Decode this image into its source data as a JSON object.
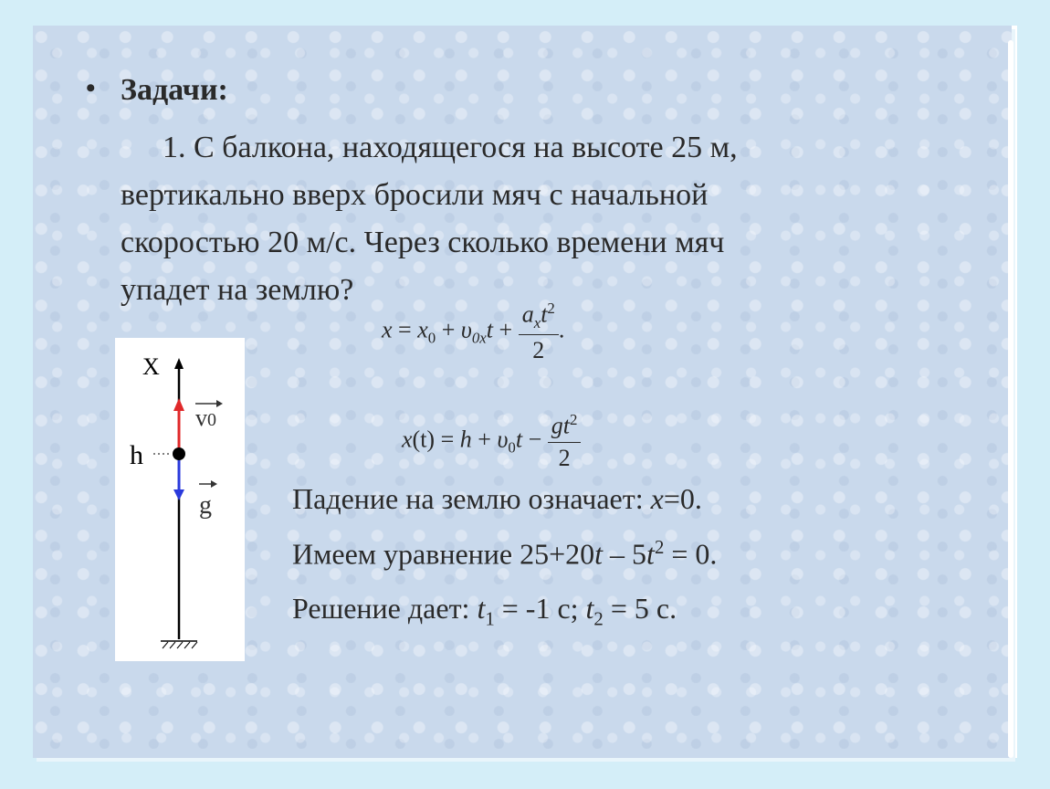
{
  "slide": {
    "bullet": "•",
    "heading": "Задачи:",
    "problem_lines": [
      "1. С балкона, находящегося на высоте 25 м,",
      "вертикально вверх бросили мяч с начальной",
      "скоростью 20 м/с. Через сколько времени мяч",
      "упадет на землю?"
    ],
    "formula1": {
      "x": "x",
      "eq": " = ",
      "x0": "x",
      "x0_sub": "0",
      "plus1": " + ",
      "v": "υ",
      "v_sub": "0x",
      "t": "t",
      "plus2": " + ",
      "num_a": "a",
      "num_a_sub": "x",
      "num_t": "t",
      "num_sup": "2",
      "den": "2",
      "dot": "."
    },
    "formula2": {
      "lhs": "x",
      "paren": "(t)",
      "eq": " = ",
      "h": "h",
      "plus": " + ",
      "v": "υ",
      "v_sub": "0",
      "t": "t",
      "minus": " − ",
      "num_g": "g",
      "num_t": "t",
      "num_sup": "2",
      "den": "2"
    },
    "text_lines": {
      "line1_text": "Падение на землю означает: ",
      "line1_var": "x",
      "line1_eq": "=0.",
      "line2_text": "Имеем уравнение   ",
      "line2_a": "25+20",
      "line2_t": "t",
      "line2_b": " – 5",
      "line2_t2": "t",
      "line2_sup": "2",
      "line2_c": " = 0.",
      "line3_text": "Решение дает: ",
      "line3_t1": "t",
      "line3_t1_sub": "1",
      "line3_v1": " = -1 с;      ",
      "line3_t2": "t",
      "line3_t2_sub": "2",
      "line3_v2": " = 5 с."
    },
    "diagram": {
      "axis_label": "X",
      "height_label": "h",
      "velocity_label": "v",
      "velocity_sub": "0",
      "gravity_label": "g",
      "colors": {
        "velocity": "#e0282a",
        "gravity": "#2a3adc",
        "axis": "#000000"
      }
    }
  }
}
